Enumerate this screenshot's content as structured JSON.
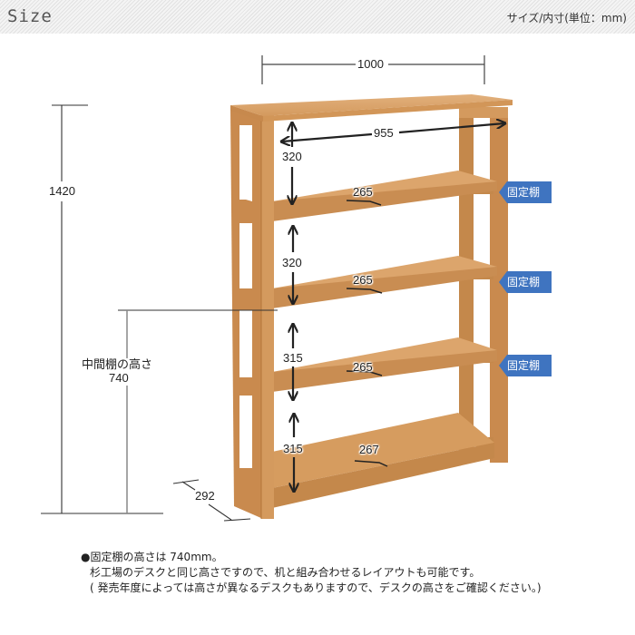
{
  "header": {
    "title": "Size",
    "unit_label": "サイズ/内寸(単位：mm)"
  },
  "dimensions": {
    "width_outer": "1000",
    "width_inner": "955",
    "height_total": "1420",
    "depth": "292",
    "middle_shelf_label": "中間棚の高さ",
    "middle_shelf_height": "740",
    "shelf_gaps": [
      "320",
      "320",
      "315",
      "315"
    ],
    "shelf_depths": [
      "265",
      "265",
      "265",
      "267"
    ]
  },
  "badges": [
    {
      "label": "固定棚"
    },
    {
      "label": "固定棚"
    },
    {
      "label": "固定棚"
    }
  ],
  "colors": {
    "badge": "#3f74c0",
    "wood_light": "#d9a36a",
    "wood_mid": "#c98a4e",
    "wood_dark": "#a8692f"
  },
  "notes": [
    "●固定棚の高さは 740mm。",
    "杉工場のデスクと同じ高さですので、机と組み合わせるレイアウトも可能です。",
    "( 発売年度によっては高さが異なるデスクもありますので、デスクの高さをご確認ください。)"
  ]
}
